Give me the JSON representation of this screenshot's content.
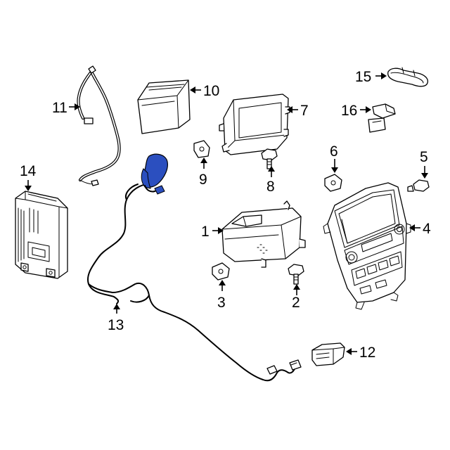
{
  "diagram": {
    "highlight_color": "#2b4fbf",
    "callouts": [
      {
        "id": "c1",
        "text": "1"
      },
      {
        "id": "c2",
        "text": "2"
      },
      {
        "id": "c3",
        "text": "3"
      },
      {
        "id": "c4",
        "text": "4"
      },
      {
        "id": "c5",
        "text": "5"
      },
      {
        "id": "c6",
        "text": "6"
      },
      {
        "id": "c7",
        "text": "7"
      },
      {
        "id": "c8",
        "text": "8"
      },
      {
        "id": "c9",
        "text": "9"
      },
      {
        "id": "c10",
        "text": "10"
      },
      {
        "id": "c11",
        "text": "11"
      },
      {
        "id": "c12",
        "text": "12"
      },
      {
        "id": "c13",
        "text": "13"
      },
      {
        "id": "c14",
        "text": "14"
      },
      {
        "id": "c15",
        "text": "15"
      },
      {
        "id": "c16",
        "text": "16"
      }
    ]
  }
}
